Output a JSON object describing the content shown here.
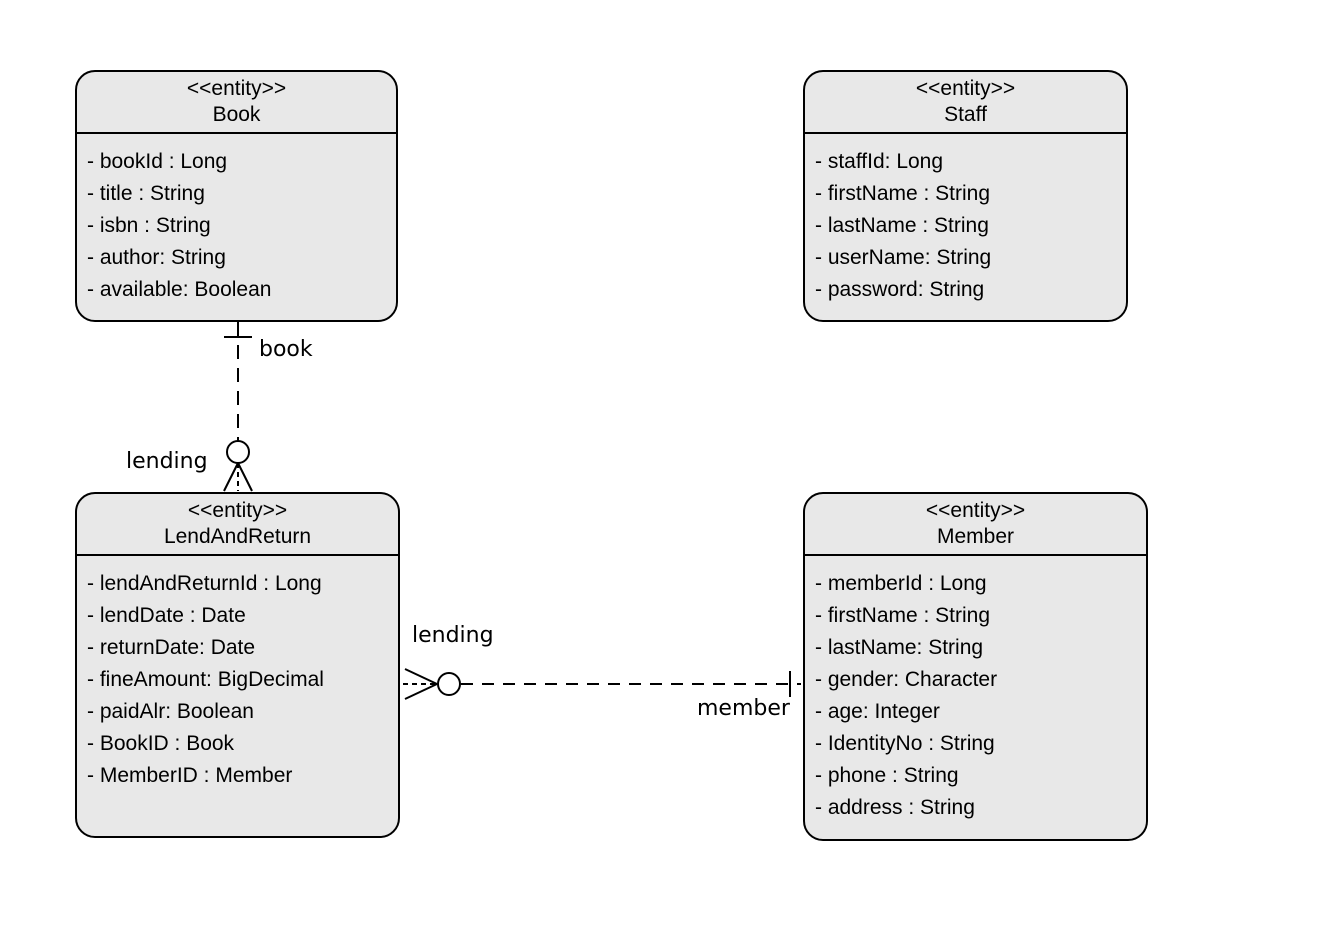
{
  "diagram": {
    "background_color": "#ffffff",
    "box_fill_color": "#e8e8e8",
    "line_color": "#000000"
  },
  "entities": [
    {
      "stereotype": "<<entity>>",
      "name": "Book",
      "attributes": [
        "- bookId : Long",
        "- title : String",
        "- isbn : String",
        "- author: String",
        "- available: Boolean"
      ]
    },
    {
      "stereotype": "<<entity>>",
      "name": "Staff",
      "attributes": [
        "- staffId: Long",
        "- firstName : String",
        "- lastName : String",
        "- userName: String",
        "- password: String"
      ]
    },
    {
      "stereotype": "<<entity>>",
      "name": "LendAndReturn",
      "attributes": [
        "- lendAndReturnId : Long",
        "- lendDate :  Date",
        "- returnDate: Date",
        "- fineAmount: BigDecimal",
        "- paidAlr: Boolean",
        "- BookID : Book",
        "- MemberID : Member"
      ]
    },
    {
      "stereotype": "<<entity>>",
      "name": "Member",
      "attributes": [
        "- memberId : Long",
        "- firstName :  String",
        "- lastName: String",
        "- gender: Character",
        "- age: Integer",
        "- IdentityNo : String",
        "- phone : String",
        "- address : String"
      ]
    }
  ],
  "relationships": [
    {
      "from": "Book",
      "to": "LendAndReturn",
      "from_label": "book",
      "to_label": "lending",
      "from_cardinality": "exactly-one",
      "to_cardinality": "zero-or-many",
      "line_style": "dashed"
    },
    {
      "from": "LendAndReturn",
      "to": "Member",
      "from_label": "lending",
      "to_label": "member",
      "from_cardinality": "zero-or-many",
      "to_cardinality": "exactly-one",
      "line_style": "dashed"
    }
  ]
}
